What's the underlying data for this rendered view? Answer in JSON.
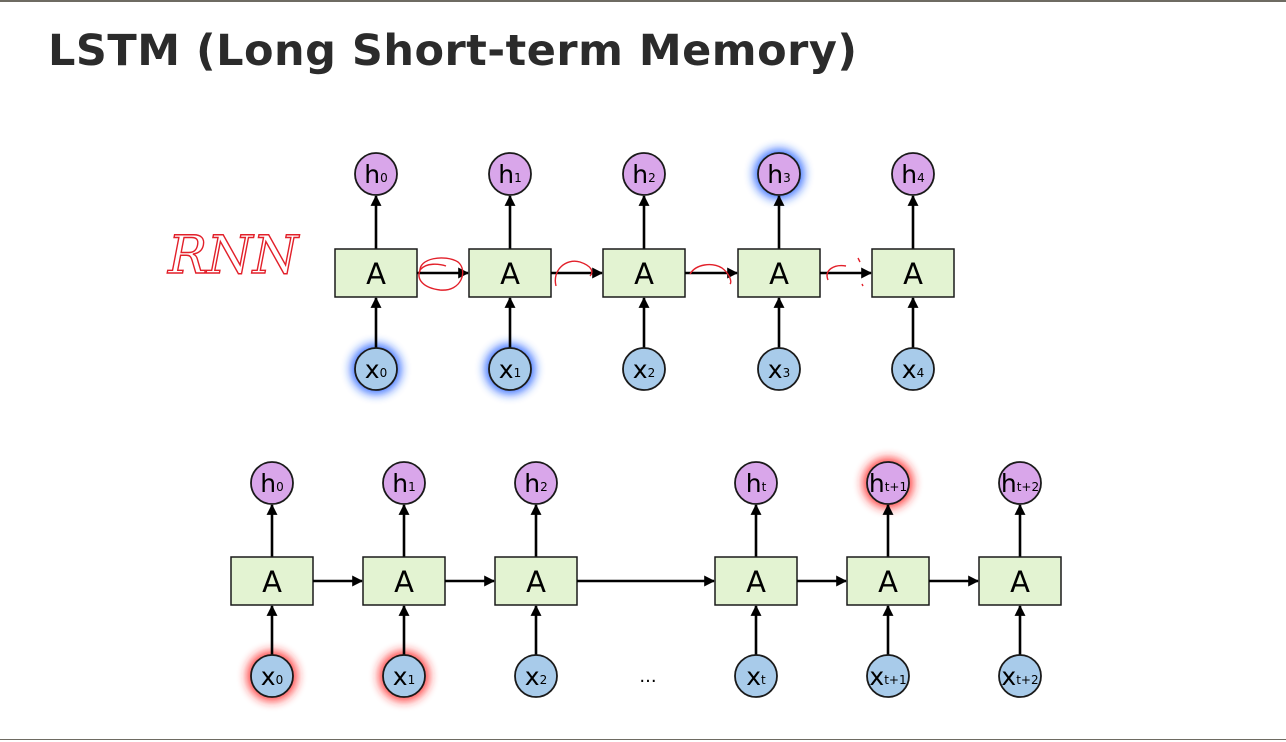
{
  "slide": {
    "title": "LSTM (Long Short-term Memory)",
    "annotation": "RNN"
  },
  "colors": {
    "cell_fill": "#e3f3d2",
    "h_fill": "#d9a6ea",
    "x_fill": "#a8cbea",
    "glow_blue": "#1f5cff",
    "glow_red": "#ff2020",
    "annotation_red": "#e2202a"
  },
  "diagram_rnn": {
    "cell_label": "A",
    "steps": [
      {
        "h": "h",
        "h_sub": "0",
        "x": "x",
        "x_sub": "0",
        "x_glow": "blue",
        "h_glow": ""
      },
      {
        "h": "h",
        "h_sub": "1",
        "x": "x",
        "x_sub": "1",
        "x_glow": "blue",
        "h_glow": ""
      },
      {
        "h": "h",
        "h_sub": "2",
        "x": "x",
        "x_sub": "2",
        "x_glow": "",
        "h_glow": ""
      },
      {
        "h": "h",
        "h_sub": "3",
        "x": "x",
        "x_sub": "3",
        "x_glow": "",
        "h_glow": "blue"
      },
      {
        "h": "h",
        "h_sub": "4",
        "x": "x",
        "x_sub": "4",
        "x_glow": "",
        "h_glow": ""
      }
    ]
  },
  "diagram_lstm": {
    "cell_label": "A",
    "ellipsis": "...",
    "steps": [
      {
        "h": "h",
        "h_sub": "0",
        "x": "x",
        "x_sub": "0",
        "x_glow": "red",
        "h_glow": ""
      },
      {
        "h": "h",
        "h_sub": "1",
        "x": "x",
        "x_sub": "1",
        "x_glow": "red",
        "h_glow": ""
      },
      {
        "h": "h",
        "h_sub": "2",
        "x": "x",
        "x_sub": "2",
        "x_glow": "",
        "h_glow": ""
      },
      {
        "h": "h",
        "h_sub": "t",
        "x": "x",
        "x_sub": "t",
        "x_glow": "",
        "h_glow": ""
      },
      {
        "h": "h",
        "h_sub": "t+1",
        "x": "x",
        "x_sub": "t+1",
        "x_glow": "",
        "h_glow": "red"
      },
      {
        "h": "h",
        "h_sub": "t+2",
        "x": "x",
        "x_sub": "t+2",
        "x_glow": "",
        "h_glow": ""
      }
    ]
  }
}
